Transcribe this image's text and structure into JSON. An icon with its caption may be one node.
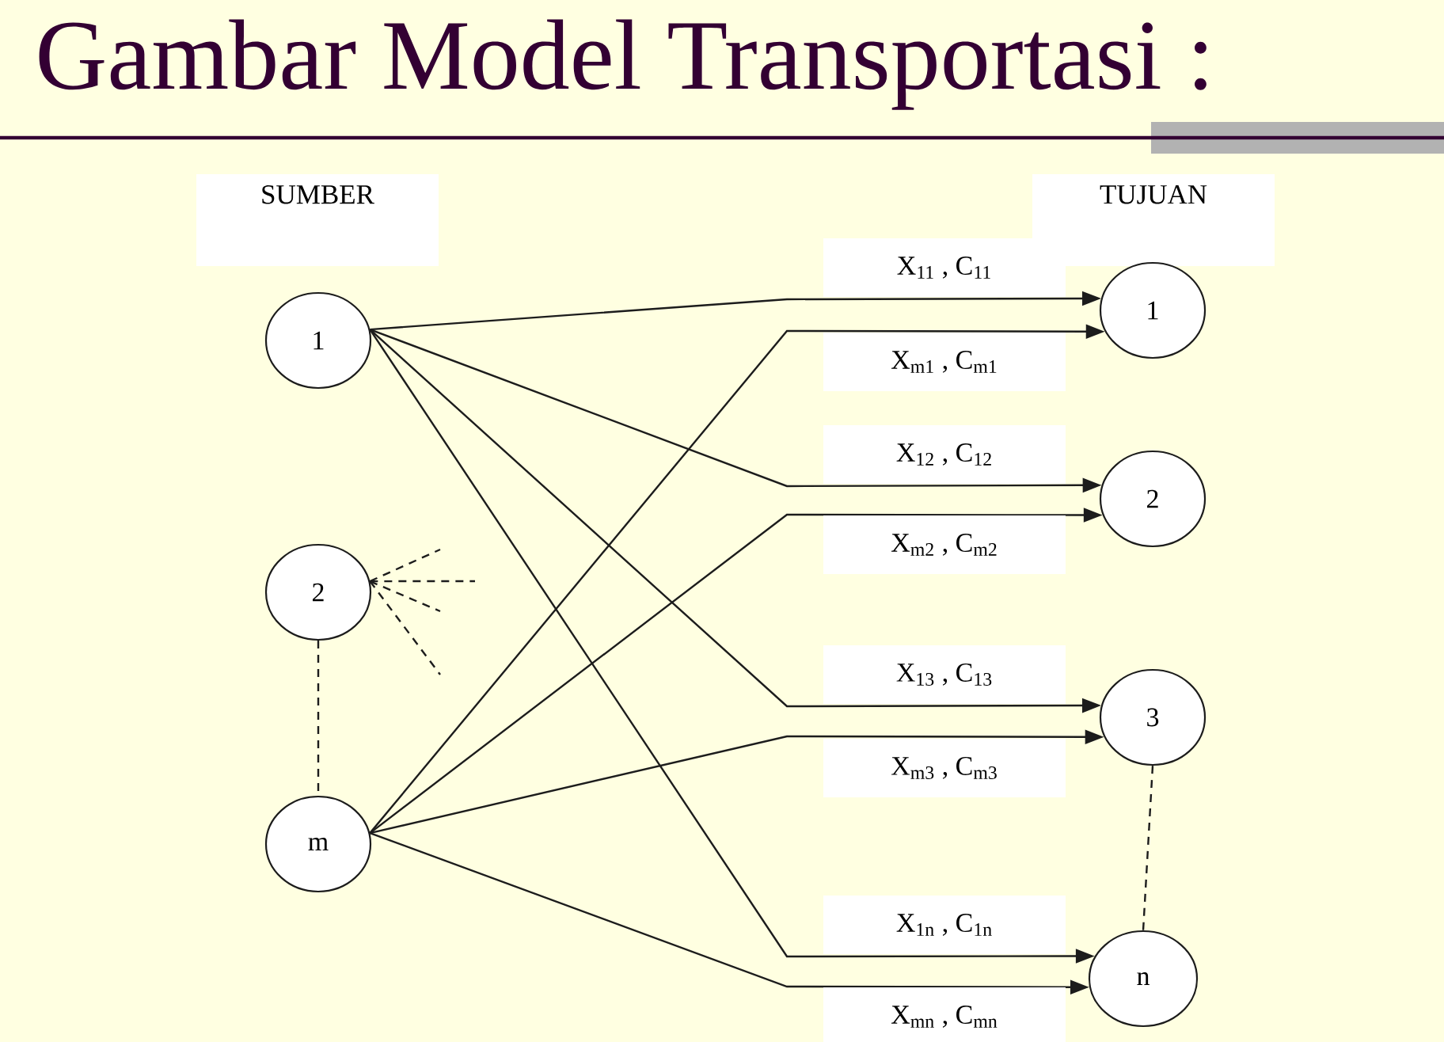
{
  "diagram": {
    "title": "Gambar Model Transportasi :",
    "nodes": [
      {
        "text": [
          "SUMBER"
        ]
      },
      {
        "text": [
          "1"
        ]
      },
      {
        "text": [
          "2"
        ]
      },
      {
        "text": [
          "m"
        ]
      },
      {
        "text": [
          "TUJUAN"
        ]
      },
      {
        "text": [
          "1"
        ]
      },
      {
        "text": [
          "2"
        ]
      },
      {
        "text": [
          "3"
        ]
      },
      {
        "text": [
          "n"
        ]
      }
    ],
    "edges": [
      {
        "from": 1,
        "to": 5,
        "arrow": "to",
        "label": "X$_{11}$ , C$_{11}$"
      },
      {
        "from": 3,
        "to": 5,
        "arrow": "to",
        "label": "X$_{m1}$ , C$_{m1}$"
      },
      {
        "from": 1,
        "to": 6,
        "arrow": "to",
        "label": "X$_{12}$ , C$_{12}$"
      },
      {
        "from": 3,
        "to": 6,
        "arrow": "to",
        "label": "X$_{m2}$ , C$_{m2}$"
      },
      {
        "from": 1,
        "to": 7,
        "arrow": "to",
        "label": "X$_{13}$ , C$_{13}$"
      },
      {
        "from": 3,
        "to": 7,
        "arrow": "to",
        "label": "X$_{m3}$ , C$_{m3}$"
      },
      {
        "from": 1,
        "to": 8,
        "arrow": "to",
        "label": "X$_{1n}$ , C$_{1n}$"
      },
      {
        "from": 3,
        "to": 8,
        "arrow": "to",
        "label": "X$_{mn}$ , C$_{mn}$"
      },
      {
        "from": 2,
        "to": null,
        "arrow": "none",
        "style": "dashed"
      },
      {
        "from": 2,
        "to": null,
        "arrow": "none",
        "style": "dashed"
      },
      {
        "from": 2,
        "to": null,
        "arrow": "none",
        "style": "dashed"
      },
      {
        "from": 2,
        "to": null,
        "arrow": "none",
        "style": "dashed"
      },
      {
        "from": 2,
        "to": 3,
        "arrow": "none",
        "style": "dashed"
      },
      {
        "from": 7,
        "to": 8,
        "arrow": "none",
        "style": "dashed"
      }
    ]
  }
}
